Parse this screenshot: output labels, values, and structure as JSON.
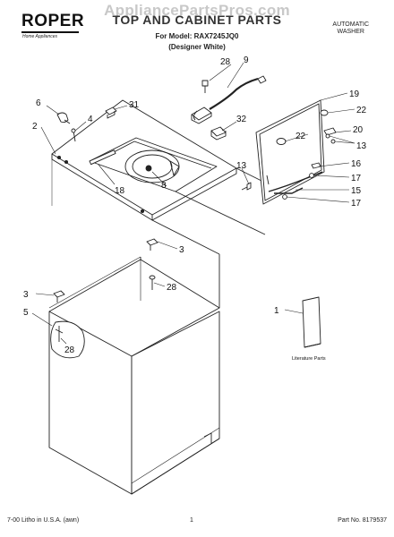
{
  "header": {
    "brand": "ROPER",
    "brand_sub": "Home Appliances",
    "watermark": "AppliancePartsPros.com",
    "title": "TOP AND CABINET PARTS",
    "model_line": "For Model: RAX7245JQ0",
    "variant": "(Designer White)",
    "product_line1": "AUTOMATIC",
    "product_line2": "WASHER"
  },
  "callouts": {
    "c28_top": "28",
    "c9": "9",
    "c19": "19",
    "c6": "6",
    "c31": "31",
    "c22_right": "22",
    "c2": "2",
    "c4": "4",
    "c32": "32",
    "c20": "20",
    "c22_lid": "22",
    "c13_right": "13",
    "c16": "16",
    "c8": "8",
    "c18": "18",
    "c13_left": "13",
    "c17_upper": "17",
    "c15": "15",
    "c17_lower": "17",
    "c3_upper": "3",
    "c28_mid": "28",
    "c3_left": "3",
    "c5": "5",
    "c28_cabinet": "28",
    "c1": "1"
  },
  "literature_label": "Literature Parts",
  "footer": {
    "left": "7-00 Litho in U.S.A. (awn)",
    "center": "1",
    "right": "Part No. 8179537"
  }
}
